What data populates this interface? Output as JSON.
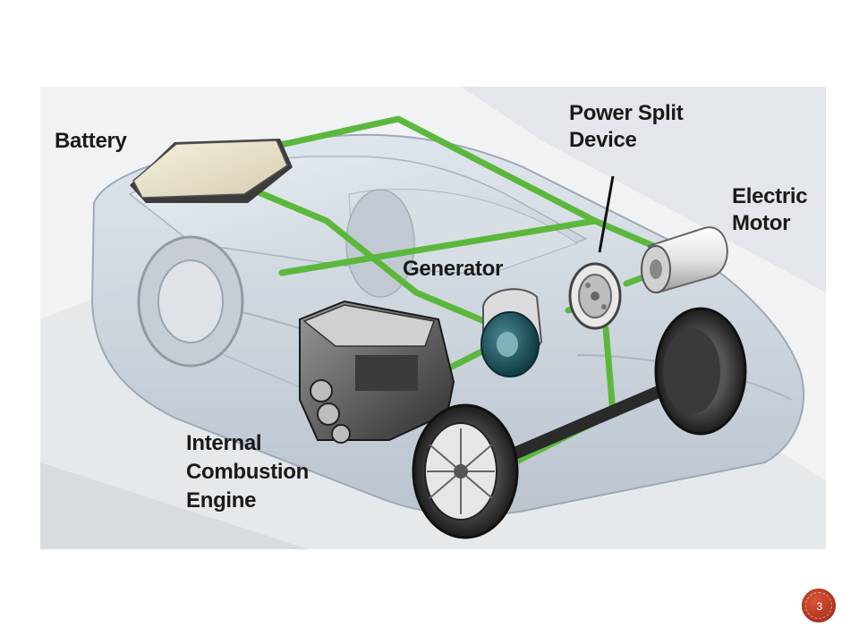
{
  "labels": {
    "battery": "Battery",
    "power_split_line1": "Power Split",
    "power_split_line2": "Device",
    "electric_line1": "Electric",
    "electric_line2": "Motor",
    "generator": "Generator",
    "ice_line1": "Internal",
    "ice_line2": "Combustion",
    "ice_line3": "Engine"
  },
  "page_number": "3",
  "colors": {
    "power_line": "#5cb83c",
    "car_body": "#c9d1da",
    "road": "#dfe3e8",
    "badge": "#c2401f"
  }
}
